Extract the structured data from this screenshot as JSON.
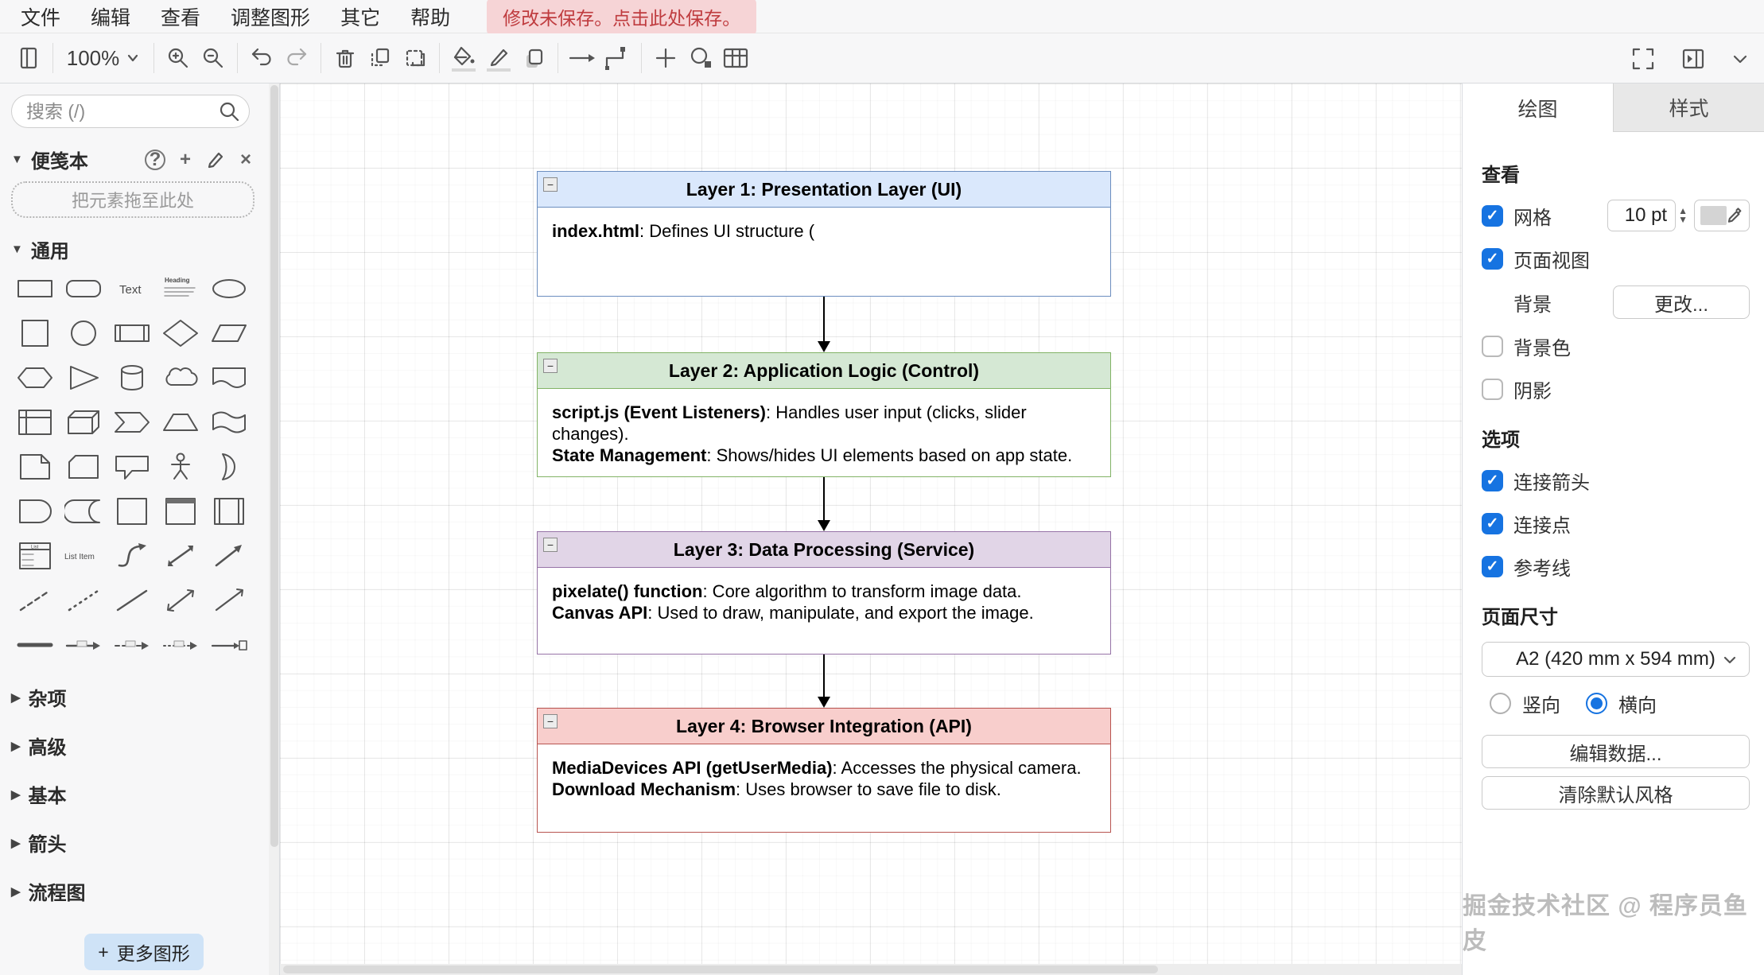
{
  "menu": {
    "items": [
      "文件",
      "编辑",
      "查看",
      "调整图形",
      "其它",
      "帮助"
    ],
    "unsaved_message": "修改未保存。点击此处保存。"
  },
  "toolbar": {
    "zoom_level": "100%"
  },
  "sidebar": {
    "search_placeholder": "搜索 (/)",
    "scratchpad_label": "便笺本",
    "drop_hint": "把元素拖至此处",
    "general_section": "通用",
    "shape_labels": {
      "text": "Text",
      "heading": "Heading",
      "list": "List",
      "list_item": "List Item"
    },
    "sections": [
      "杂项",
      "高级",
      "基本",
      "箭头",
      "流程图"
    ],
    "more_shapes_label": "更多图形"
  },
  "canvas": {
    "layers": [
      {
        "title": "Layer 1: Presentation Layer (UI)",
        "fill": "#dae8fc",
        "stroke": "#6c8ebf",
        "lines": [
          {
            "bold": "index.html",
            "rest": ": Defines UI structure ("
          }
        ]
      },
      {
        "title": "Layer 2: Application Logic (Control)",
        "fill": "#d5e8d4",
        "stroke": "#82b366",
        "lines": [
          {
            "bold": "script.js (Event Listeners)",
            "rest": ": Handles user input (clicks, slider changes)."
          },
          {
            "bold": "State Management",
            "rest": ": Shows/hides UI elements based on app state."
          }
        ]
      },
      {
        "title": "Layer 3: Data Processing (Service)",
        "fill": "#e1d5e7",
        "stroke": "#9673a6",
        "lines": [
          {
            "bold": "pixelate() function",
            "rest": ": Core algorithm to transform image data."
          },
          {
            "bold": "Canvas API",
            "rest": ": Used to draw, manipulate, and export the image."
          }
        ]
      },
      {
        "title": "Layer 4: Browser Integration (API)",
        "fill": "#f8cecc",
        "stroke": "#b85450",
        "lines": [
          {
            "bold": "MediaDevices API (getUserMedia)",
            "rest": ": Accesses the physical camera."
          },
          {
            "bold": "Download Mechanism",
            "rest": ": Uses browser to save file to disk."
          }
        ]
      }
    ]
  },
  "format_panel": {
    "tabs": {
      "diagram": "绘图",
      "style": "样式"
    },
    "view": {
      "title": "查看",
      "grid_label": "网格",
      "grid_size": "10 pt",
      "page_view_label": "页面视图",
      "background_label": "背景",
      "change_button": "更改...",
      "background_color_label": "背景色",
      "shadow_label": "阴影"
    },
    "options": {
      "title": "选项",
      "connection_arrows": "连接箭头",
      "connection_points": "连接点",
      "guides": "参考线"
    },
    "page_size": {
      "title": "页面尺寸",
      "value": "A2 (420 mm x 594 mm)",
      "portrait": "竖向",
      "landscape": "横向"
    },
    "edit_data_button": "编辑数据...",
    "clear_default_style_button": "清除默认风格"
  },
  "watermark": "掘金技术社区 @ 程序员鱼皮"
}
